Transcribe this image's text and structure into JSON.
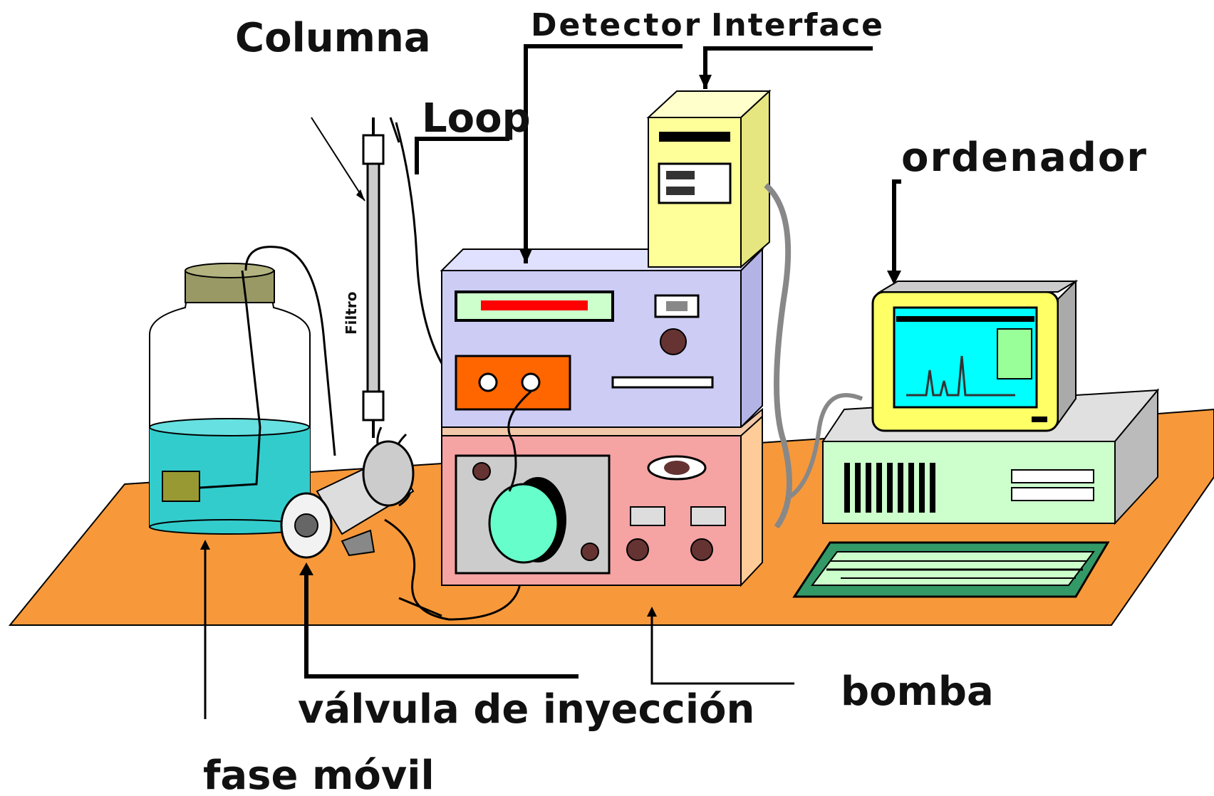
{
  "labels": {
    "columna": "Columna",
    "detector": "Detector",
    "interface": "Interface",
    "loop": "Loop",
    "ordenador": "ordenador",
    "fase_movil": "fase móvil",
    "valvula": "válvula de inyección",
    "bomba": "bomba",
    "filtro": "Filtro"
  },
  "colors": {
    "bench": "#f7993a",
    "detector_body": "#ccccf5",
    "pump_body": "#f5a3a3",
    "interface_body": "#ffff99",
    "computer_body": "#ccffcc",
    "monitor_frame": "#ffff66",
    "monitor_screen": "#00ffff",
    "solvent": "#33cccc",
    "display_panel": "#ccffcc",
    "display_text": "#ff0000",
    "pump_head": "#66ffcc",
    "cap": "#999966"
  },
  "icons": {
    "bench": "workbench-top",
    "bottle": "solvent-bottle-icon",
    "column": "hplc-column-icon",
    "valve": "injection-valve-icon",
    "detector": "detector-unit-icon",
    "interface": "interface-box-icon",
    "pump": "pump-unit-icon",
    "computer": "computer-icon",
    "keyboard": "keyboard-icon"
  }
}
